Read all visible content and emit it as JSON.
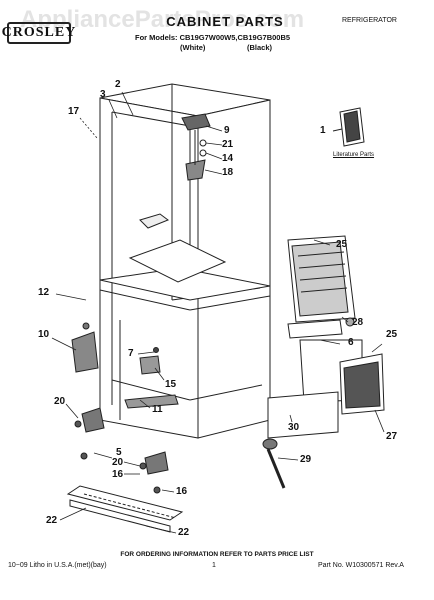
{
  "header": {
    "brand": "CROSLEY",
    "watermark": "AppliancePartsPros.com",
    "title": "CABINET PARTS",
    "models_line": "For Models: CB19G7W00W5,CB19G7B00B5",
    "color_white": "(White)",
    "color_black": "(Black)",
    "category": "REFRIGERATOR"
  },
  "literature_label": "Literature Parts",
  "callouts": [
    "2",
    "3",
    "17",
    "9",
    "21",
    "14",
    "18",
    "1",
    "25",
    "12",
    "28",
    "10",
    "6",
    "25",
    "7",
    "15",
    "11",
    "20",
    "30",
    "27",
    "5",
    "20",
    "16",
    "29",
    "16",
    "22",
    "22"
  ],
  "footer": {
    "note": "FOR ORDERING INFORMATION REFER TO PARTS PRICE LIST",
    "left": "10−09 Litho in U.S.A.(met)(bay)",
    "page": "1",
    "part_no": "Part No. W10300571 Rev.A"
  }
}
